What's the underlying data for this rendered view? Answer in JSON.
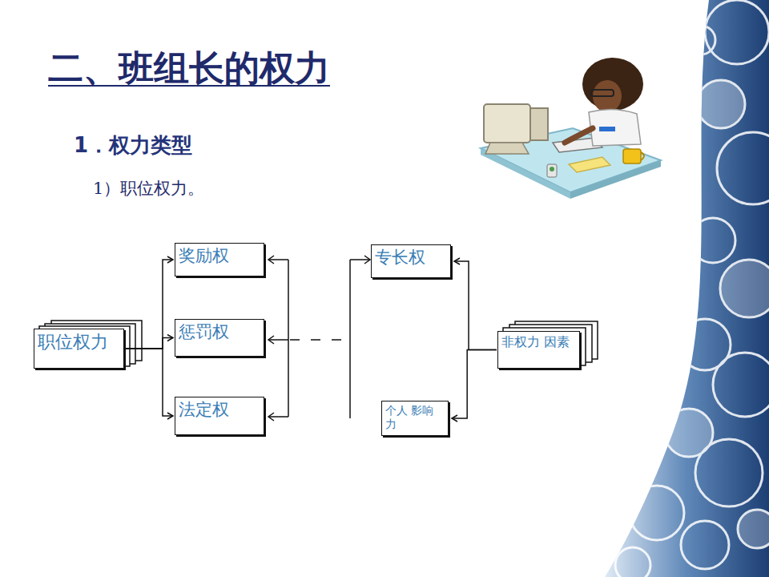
{
  "diagram": {
    "title": "二、班组长的权力",
    "nodes": [
      {
        "text": [
          "职位权力"
        ]
      },
      {
        "text": [
          "奖励权"
        ]
      },
      {
        "text": [
          "惩罚权"
        ]
      },
      {
        "text": [
          "法定权"
        ]
      },
      {
        "text": [
          "专长权"
        ]
      },
      {
        "text": [
          "非权力 因素"
        ]
      },
      {
        "text": [
          "个人 影响 力"
        ]
      }
    ],
    "edges": [
      {
        "from": 0,
        "to": 1,
        "arrow": "to"
      },
      {
        "from": 0,
        "to": 2,
        "arrow": "to"
      },
      {
        "from": 0,
        "to": 3,
        "arrow": "to"
      },
      {
        "from": 5,
        "to": 4,
        "arrow": "to"
      },
      {
        "from": 5,
        "to": 6,
        "arrow": "to"
      }
    ],
    "labels": [
      "1．权力类型",
      "1）职位权力。"
    ]
  }
}
